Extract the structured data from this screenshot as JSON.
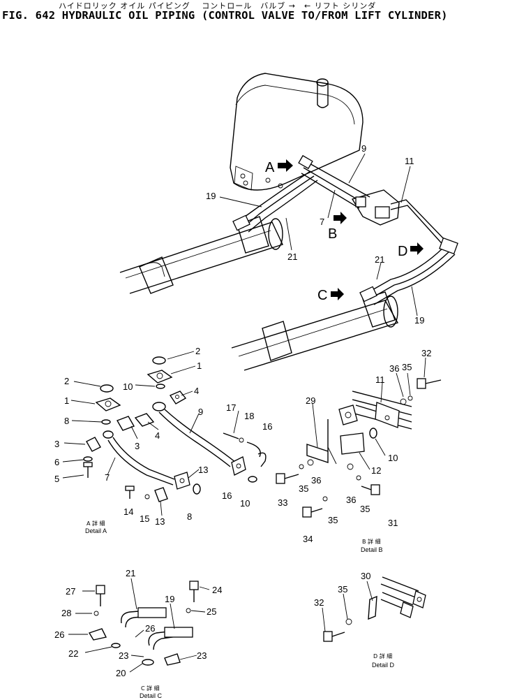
{
  "header": {
    "japanese_title": "ハイドロリック オイル パイピング　 コントロール　バルブ →　← リフト シリンダ",
    "title": "FIG. 642  HYDRAULIC OIL PIPING (CONTROL VALVE TO/FROM LIFT CYLINDER)"
  },
  "callouts": {
    "a": "A",
    "b": "B",
    "c": "C",
    "d": "D"
  },
  "main_labels": {
    "p9": "9",
    "p11": "11",
    "p19": "19",
    "p7": "7",
    "p21": "21",
    "p21b": "21",
    "p19b": "19"
  },
  "detail_a": {
    "caption_jp": "A 詳 細",
    "caption": "Detail A",
    "labels": {
      "p2a": "2",
      "p1a": "1",
      "p10a": "10",
      "p4a": "4",
      "p2b": "2",
      "p1b": "1",
      "p8a": "8",
      "p3a": "3",
      "p4b": "4",
      "p9": "9",
      "p3b": "3",
      "p6": "6",
      "p5": "5",
      "p7": "7",
      "p13a": "13",
      "p14": "14",
      "p15": "15",
      "p13b": "13",
      "p8b": "8",
      "p17": "17",
      "p18": "18",
      "p16a": "16",
      "p16b": "16",
      "p10b": "10"
    }
  },
  "detail_b": {
    "caption_jp": "B 詳 細",
    "caption": "Detail B",
    "labels": {
      "p32": "32",
      "p36a": "36",
      "p35a": "35",
      "p11": "11",
      "p29": "29",
      "p10": "10",
      "p12": "12",
      "p33": "33",
      "p35b": "35",
      "p36b": "36",
      "p36c": "36",
      "p35c": "35",
      "p31": "31",
      "p35d": "35",
      "p34": "34"
    }
  },
  "detail_c": {
    "caption_jp": "C 詳 細",
    "caption": "Detail C",
    "labels": {
      "p21": "21",
      "p27": "27",
      "p19": "19",
      "p24": "24",
      "p28": "28",
      "p25": "25",
      "p26a": "26",
      "p26b": "26",
      "p22": "22",
      "p23a": "23",
      "p23b": "23",
      "p20": "20"
    }
  },
  "detail_d": {
    "caption_jp": "D 詳 細",
    "caption": "Detail D",
    "labels": {
      "p30": "30",
      "p35": "35",
      "p32": "32"
    }
  }
}
